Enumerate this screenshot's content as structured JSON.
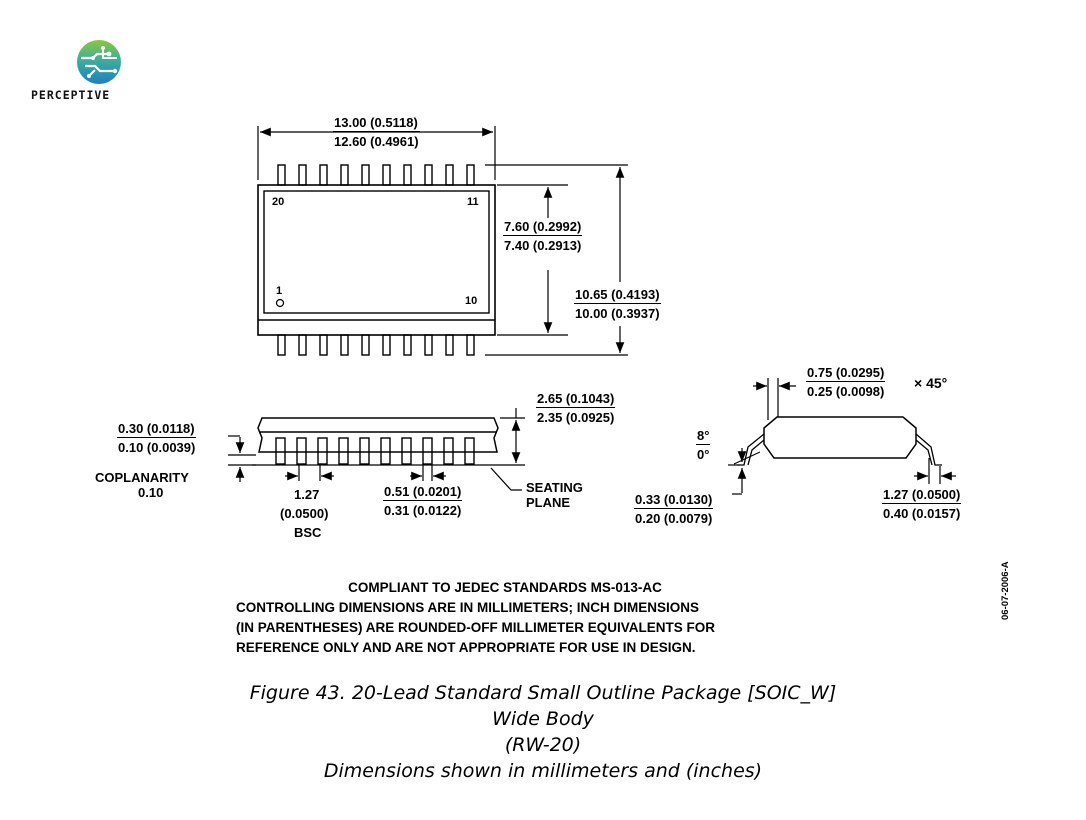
{
  "brand": {
    "name": "PERCEPTIVE"
  },
  "top_view": {
    "length": {
      "max": "13.00 (0.5118)",
      "min": "12.60 (0.4961)"
    },
    "body_width": {
      "max": "7.60 (0.2992)",
      "min": "7.40 (0.2913)"
    },
    "overall_width": {
      "max": "10.65 (0.4193)",
      "min": "10.00 (0.3937)"
    },
    "pin_labels": {
      "p20": "20",
      "p11": "11",
      "p1": "1",
      "p10": "10"
    }
  },
  "side_view": {
    "height": {
      "max": "2.65 (0.1043)",
      "min": "2.35 (0.0925)"
    },
    "standoff": {
      "max": "0.30 (0.0118)",
      "min": "0.10 (0.0039)"
    },
    "coplanarity_label": "COPLANARITY",
    "coplanarity_value": "0.10",
    "pitch_value": "1.27",
    "pitch_inch": "(0.0500)",
    "pitch_bsc": "BSC",
    "lead_width": {
      "max": "0.51 (0.0201)",
      "min": "0.31 (0.0122)"
    },
    "seating_line1": "SEATING",
    "seating_line2": "PLANE"
  },
  "end_view": {
    "chamfer": {
      "max": "0.75 (0.0295)",
      "min": "0.25 (0.0098)"
    },
    "chamfer_angle": "× 45°",
    "angle": {
      "max": "8°",
      "min": "0°"
    },
    "lead_thickness": {
      "max": "0.33 (0.0130)",
      "min": "0.20 (0.0079)"
    },
    "foot_length": {
      "max": "1.27 (0.0500)",
      "min": "0.40 (0.0157)"
    }
  },
  "notes": {
    "line1": "COMPLIANT TO JEDEC STANDARDS MS-013-AC",
    "line2": "CONTROLLING DIMENSIONS ARE IN MILLIMETERS; INCH DIMENSIONS",
    "line3": "(IN PARENTHESES) ARE ROUNDED-OFF MILLIMETER EQUIVALENTS FOR",
    "line4": "REFERENCE ONLY AND ARE NOT APPROPRIATE FOR USE IN DESIGN."
  },
  "doc_id": "06-07-2006-A",
  "caption": {
    "line1": "Figure 43. 20-Lead Standard Small Outline Package [SOIC_W]",
    "line2": "Wide Body",
    "line3": "(RW-20)",
    "line4": "Dimensions shown in millimeters and (inches)"
  }
}
